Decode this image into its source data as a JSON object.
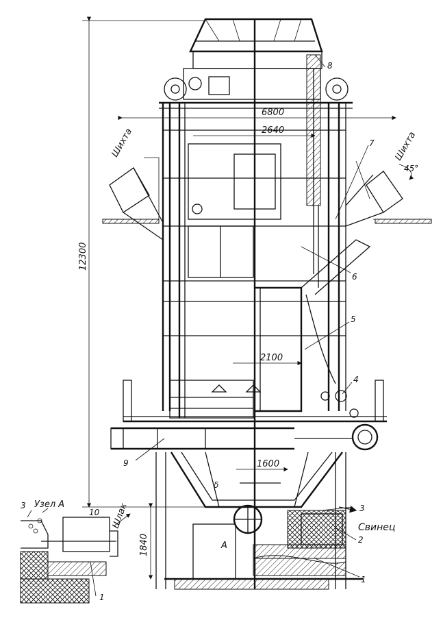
{
  "labels": {
    "charge_left": "Шихта",
    "charge_right": "Шихта",
    "angle": "45°",
    "node_a": "Узел А",
    "slag": "Шлак",
    "lead": "Свинец",
    "detail_a": "А"
  },
  "dimensions": {
    "height_total": "12300",
    "width_top": "6800",
    "width_shaft": "2640",
    "width_mid": "2100",
    "width_low": "1600",
    "height_base": "1840",
    "delta": "δ"
  },
  "callouts": {
    "c1": "1",
    "c2": "2",
    "c3": "3",
    "c4": "4",
    "c5": "5",
    "c6": "6",
    "c7": "7",
    "c8": "8",
    "c9": "9",
    "c10": "10",
    "inset_1": "1",
    "inset_3": "3"
  }
}
